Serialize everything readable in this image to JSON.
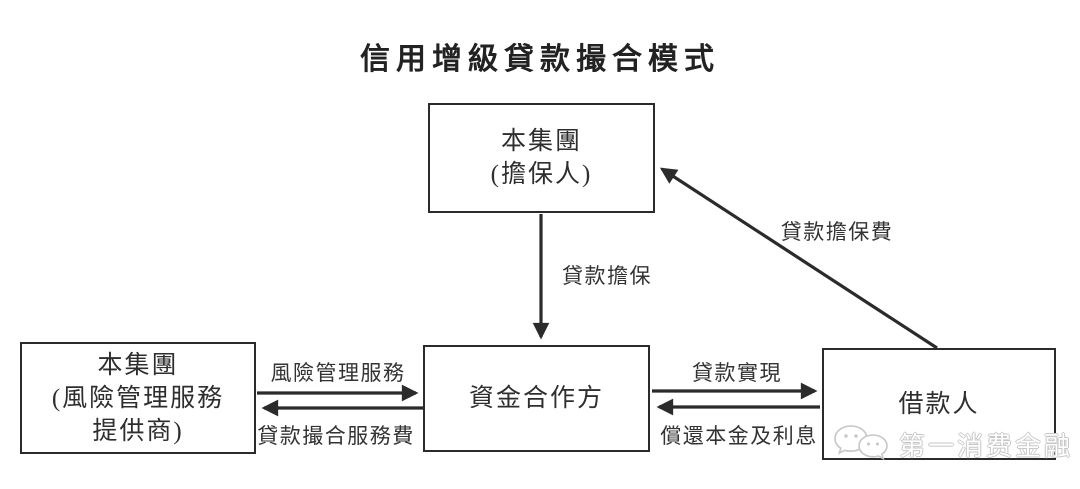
{
  "title": "信用增級貸款撮合模式",
  "diagram": {
    "nodes": {
      "guarantor": {
        "lines": [
          "本集團",
          "(擔保人)"
        ]
      },
      "risk_service_provider": {
        "lines": [
          "本集團",
          "(風險管理服務",
          "提供商)"
        ]
      },
      "funding_partner": {
        "lines": [
          "資金合作方"
        ]
      },
      "borrower": {
        "lines": [
          "借款人"
        ]
      }
    },
    "edges": {
      "loan_guarantee": {
        "label": "貸款擔保",
        "from": "guarantor",
        "to": "funding_partner"
      },
      "loan_guarantee_fee": {
        "label": "貸款擔保費",
        "from": "borrower",
        "to": "guarantor"
      },
      "risk_management_service": {
        "label": "風險管理服務",
        "from": "risk_service_provider",
        "to": "funding_partner"
      },
      "loan_facilitation_service_fee": {
        "label": "貸款撮合服務費",
        "from": "funding_partner",
        "to": "risk_service_provider"
      },
      "loan_realization": {
        "label": "貸款實現",
        "from": "funding_partner",
        "to": "borrower"
      },
      "repayment_of_principal_and_interest": {
        "label": "償還本金及利息",
        "from": "borrower",
        "to": "funding_partner"
      }
    }
  },
  "watermark": {
    "text": "第一消费金融",
    "icon": "chat-bubbles-icon"
  },
  "colors": {
    "line": "#2b2b2b",
    "text": "#2e2e2e",
    "watermark": "#c6c6c6",
    "background": "#ffffff"
  }
}
